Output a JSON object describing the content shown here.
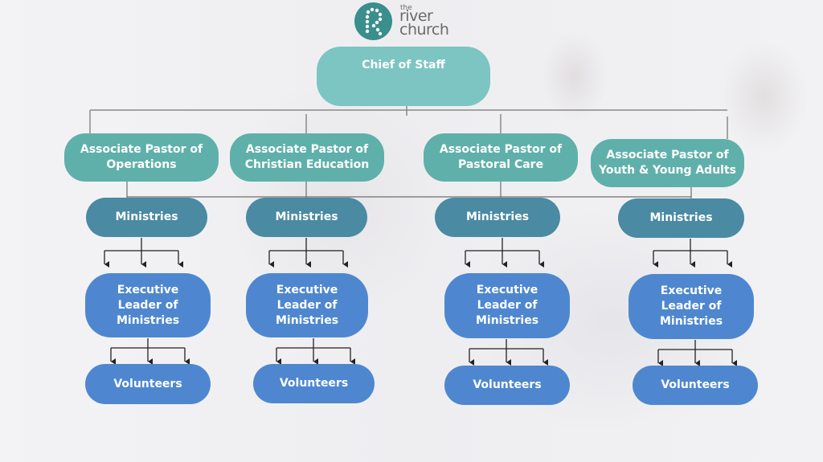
{
  "logo": {
    "icon": "river-church-logo-icon",
    "small_text": "the",
    "name_line1": "river",
    "name_line2": "church"
  },
  "colors": {
    "chief": "#7cc5c2",
    "associate": "#5fb0aa",
    "ministries": "#4a8aa3",
    "executive": "#4e87cf",
    "volunteers": "#4e87cf",
    "connector": "#8a8a8a",
    "arrow": "#222222"
  },
  "chart": {
    "root": "Chief of Staff",
    "branches": [
      {
        "associate": "Associate Pastor of Operations",
        "ministries": "Ministries",
        "executive": "Executive Leader of Ministries",
        "volunteers": "Volunteers"
      },
      {
        "associate": "Associate Pastor of Christian Education",
        "ministries": "Ministries",
        "executive": "Executive Leader of Ministries",
        "volunteers": "Volunteers"
      },
      {
        "associate": "Associate Pastor of Pastoral Care",
        "ministries": "Ministries",
        "executive": "Executive Leader of Ministries",
        "volunteers": "Volunteers"
      },
      {
        "associate": "Associate Pastor of Youth & Young Adults",
        "ministries": "Ministries",
        "executive": "Executive Leader of Ministries",
        "volunteers": "Volunteers"
      }
    ]
  }
}
